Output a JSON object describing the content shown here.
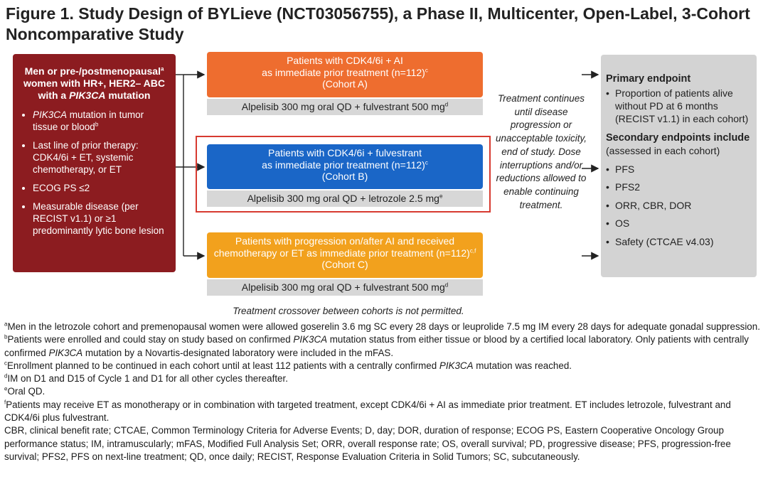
{
  "title": "Figure 1. Study Design of BYLieve (NCT03056755), a Phase II, Multicenter, Open-Label, 3-Cohort Noncomparative Study",
  "population": {
    "heading_pre": "Men or pre-/postmenopausal",
    "heading_sup": "a",
    "heading_mid": " women with HR+, HER2– ABC with a ",
    "heading_gene": "PIK3CA",
    "heading_post": " mutation",
    "criteria": [
      {
        "gene": "PIK3CA",
        "text": " mutation in tumor tissue or blood",
        "sup": "b"
      },
      {
        "gene": "",
        "text": "Last line of prior therapy: CDK4/6i + ET, systemic chemotherapy, or ET",
        "sup": ""
      },
      {
        "gene": "",
        "text": "ECOG PS ≤2",
        "sup": ""
      },
      {
        "gene": "",
        "text": "Measurable disease (per RECIST v1.1) or ≥1 predominantly lytic bone lesion",
        "sup": ""
      }
    ]
  },
  "cohorts": [
    {
      "line1": "Patients with CDK4/6i + AI",
      "line2": "as immediate prior treatment (n=112)",
      "sup": "c",
      "line3": "(Cohort A)",
      "treatment": "Alpelisib 300 mg oral QD + fulvestrant 500 mg",
      "treatment_sup": "d",
      "color": "#ee6d2f"
    },
    {
      "line1": "Patients with CDK4/6i + fulvestrant",
      "line2": "as immediate prior treatment (n=112)",
      "sup": "c",
      "line3": "(Cohort B)",
      "treatment": "Alpelisib 300 mg oral QD + letrozole 2.5 mg",
      "treatment_sup": "e",
      "color": "#1a66c7"
    },
    {
      "line1": "Patients with progression on/after AI and received",
      "line2": "chemotherapy or ET as immediate prior treatment (n=112)",
      "sup": "c,f",
      "line3": "(Cohort C)",
      "treatment": "Alpelisib 300 mg oral QD + fulvestrant 500 mg",
      "treatment_sup": "d",
      "color": "#f2a11d"
    }
  ],
  "treatment_note": "Treatment continues until disease progression or unacceptable toxicity, end of study. Dose interruptions and/or reductions allowed to enable continuing treatment.",
  "endpoints": {
    "primary_heading": "Primary endpoint",
    "primary_items": [
      "Proportion of patients alive without PD at 6 months (RECIST v1.1) in each cohort)"
    ],
    "secondary_heading": "Secondary endpoints include",
    "secondary_sub": "(assessed in each cohort)",
    "secondary_items": [
      "PFS",
      "PFS2",
      "ORR, CBR, DOR",
      "OS",
      "Safety (CTCAE v4.03)"
    ]
  },
  "crossover_note": "Treatment crossover between cohorts is not permitted.",
  "footnotes": [
    {
      "mark": "a",
      "parts": [
        "Men in the letrozole cohort and premenopausal women were allowed goserelin 3.6 mg SC every 28 days or leuprolide 7.5 mg IM every 28 days for adequate gonadal suppression."
      ]
    },
    {
      "mark": "b",
      "parts": [
        "Patients were enrolled and could stay on study based on confirmed ",
        "PIK3CA",
        " mutation status from either tissue or blood by a certified local laboratory. Only patients with centrally confirmed ",
        "PIK3CA",
        " mutation by a Novartis-designated laboratory were included in the mFAS."
      ]
    },
    {
      "mark": "c",
      "parts": [
        "Enrollment planned to be continued in each cohort until at least 112 patients with a centrally confirmed ",
        "PIK3CA",
        " mutation was reached."
      ]
    },
    {
      "mark": "d",
      "parts": [
        "IM on D1 and D15 of Cycle 1 and D1 for all other cycles thereafter."
      ]
    },
    {
      "mark": "e",
      "parts": [
        "Oral QD."
      ]
    },
    {
      "mark": "f",
      "parts": [
        "Patients may receive ET as monotherapy or in combination with targeted treatment, except CDK4/6i + AI as immediate prior treatment. ET includes letrozole, fulvestrant and CDK4/6i plus fulvestrant."
      ]
    }
  ],
  "abbreviations": "CBR, clinical benefit rate; CTCAE, Common Terminology Criteria for Adverse Events; D, day; DOR, duration of response; ECOG PS, Eastern Cooperative Oncology Group performance status; IM, intramuscularly; mFAS, Modified Full Analysis Set; ORR, overall response rate; OS, overall survival; PD, progressive disease; PFS, progression-free survival; PFS2, PFS on next-line treatment; QD, once daily; RECIST, Response Evaluation Criteria in Solid Tumors; SC, subcutaneously."
}
